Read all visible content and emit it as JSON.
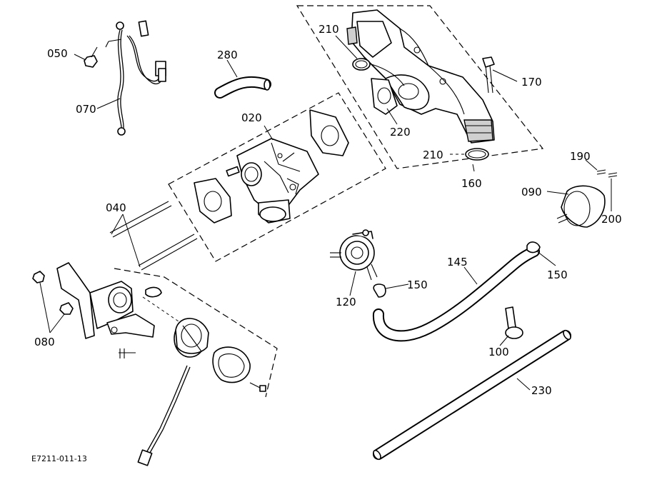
{
  "figure_code": "E7211-011-13",
  "callouts": {
    "c050": "050",
    "c070": "070",
    "c280": "280",
    "c210a": "210",
    "c210b": "210",
    "c170": "170",
    "c220": "220",
    "c160": "160",
    "c020": "020",
    "c190": "190",
    "c090": "090",
    "c200": "200",
    "c040": "040",
    "c080": "080",
    "c145": "145",
    "c150a": "150",
    "c150b": "150",
    "c120": "120",
    "c100": "100",
    "c230": "230"
  }
}
